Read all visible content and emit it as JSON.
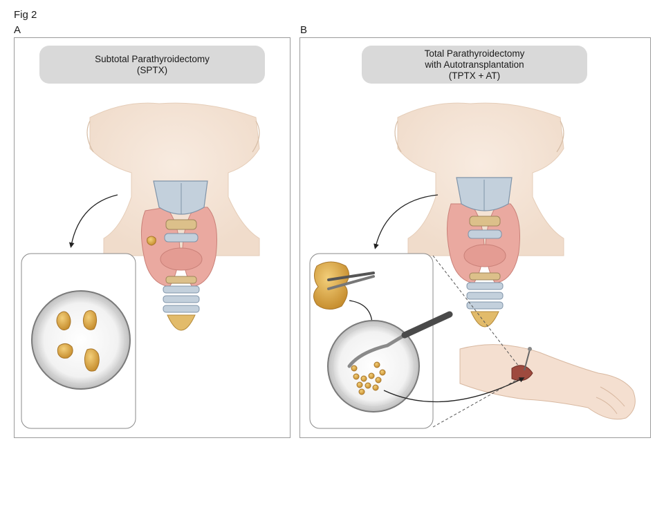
{
  "figure": {
    "label": "Fig 2"
  },
  "panel_a": {
    "letter": "A",
    "title_line1": "Subtotal Parathyroidectomy",
    "title_line2": "(SPTX)"
  },
  "panel_b": {
    "letter": "B",
    "title_line1": "Total Parathyroidectomy",
    "title_line2": "with Autotransplantation",
    "title_line3": "(TPTX + AT)"
  },
  "colors": {
    "skin": "#f5e6d8",
    "thyroid": "#e8a8a0",
    "cartilage": "#b8c8d8",
    "parathyroid": "#e0b450",
    "title_box": "#d9d9d9"
  }
}
